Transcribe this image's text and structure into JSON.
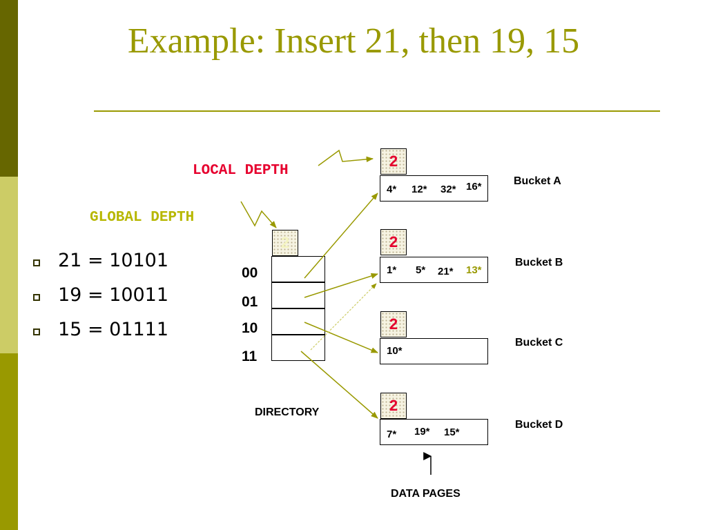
{
  "slide": {
    "title": "Example: Insert 21, then 19, 15"
  },
  "bullets": [
    "21 = 10101",
    "19 = 10011",
    "15 = 01111"
  ],
  "labels": {
    "local_depth": "LOCAL DEPTH",
    "global_depth": "GLOBAL DEPTH"
  },
  "global_depth_value": "2",
  "directory": {
    "caption": "DIRECTORY",
    "entries": [
      "00",
      "01",
      "10",
      "11"
    ]
  },
  "buckets": [
    {
      "name": "Bucket A",
      "local_depth": "2",
      "entries": [
        "4*",
        "12*",
        "32*",
        "16*"
      ],
      "highlighted": []
    },
    {
      "name": "Bucket B",
      "local_depth": "2",
      "entries": [
        "1*",
        "5*",
        "21*",
        "13*"
      ],
      "highlighted": [
        "13*"
      ]
    },
    {
      "name": "Bucket C",
      "local_depth": "2",
      "entries": [
        "10*"
      ],
      "highlighted": []
    },
    {
      "name": "Bucket D",
      "local_depth": "2",
      "entries": [
        "7*",
        "19*",
        "15*"
      ],
      "highlighted": []
    }
  ],
  "data_pages_caption": "DATA PAGES",
  "colors": {
    "accent": "#999900",
    "dark_olive": "#666600",
    "light_olive": "#cccc66",
    "red": "#e6002e"
  }
}
